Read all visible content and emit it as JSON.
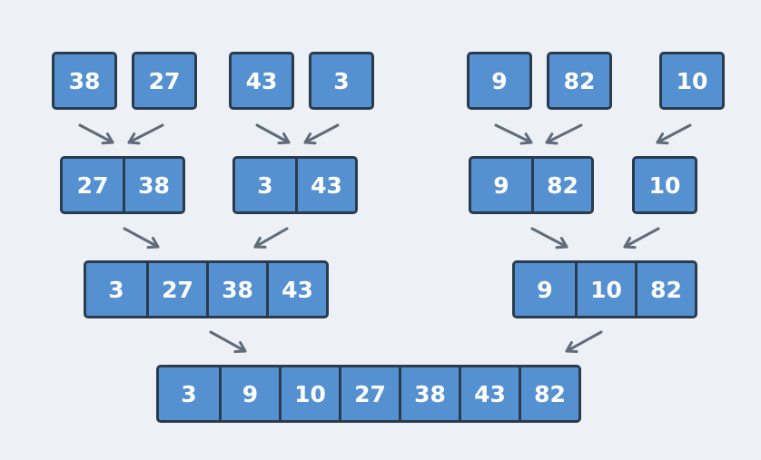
{
  "merge_sort": {
    "leaves_left": [
      "38",
      "27",
      "43",
      "3"
    ],
    "leaves_right": [
      "9",
      "82",
      "10"
    ],
    "pairs": [
      [
        "27",
        "38"
      ],
      [
        "3",
        "43"
      ],
      [
        "9",
        "82"
      ],
      [
        "10"
      ]
    ],
    "halves": [
      [
        "3",
        "27",
        "38",
        "43"
      ],
      [
        "9",
        "10",
        "82"
      ]
    ],
    "sorted": [
      "3",
      "9",
      "10",
      "27",
      "38",
      "43",
      "82"
    ]
  },
  "colors": {
    "background": "#edf0f5",
    "cell_fill": "#5591d1",
    "cell_border": "#2b3b4e",
    "arrow": "#5f6b79",
    "text": "#ffffff"
  }
}
